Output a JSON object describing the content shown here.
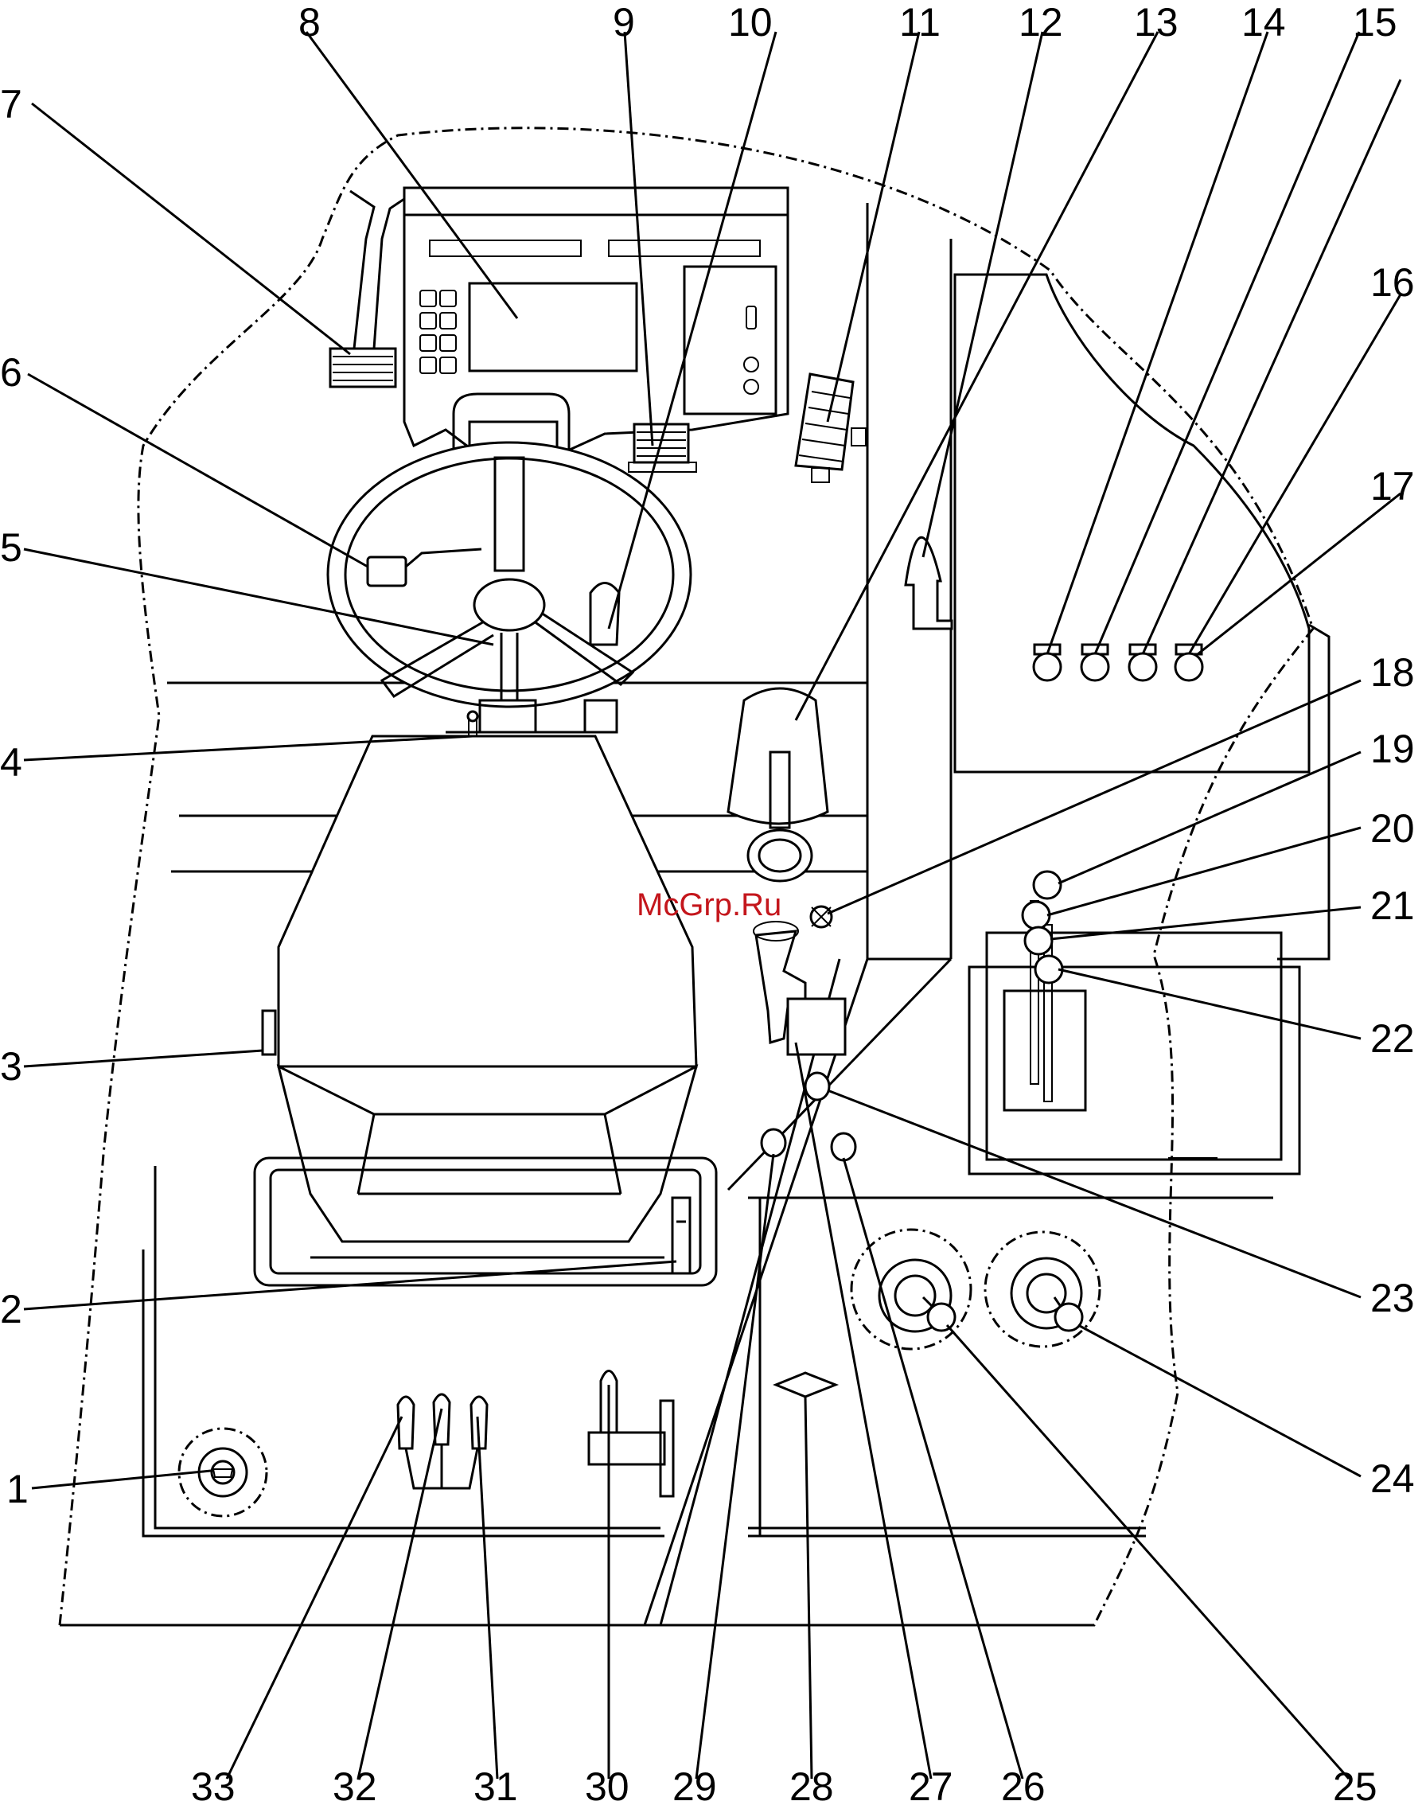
{
  "labels": [
    "1",
    "2",
    "3",
    "4",
    "5",
    "6",
    "7",
    "8",
    "9",
    "10",
    "11",
    "12",
    "13",
    "14",
    "15",
    "16",
    "17",
    "18",
    "19",
    "20",
    "21",
    "22",
    "23",
    "24",
    "25",
    "26",
    "27",
    "28",
    "29",
    "30",
    "31",
    "32",
    "33"
  ],
  "watermark": "McGrp.Ru"
}
